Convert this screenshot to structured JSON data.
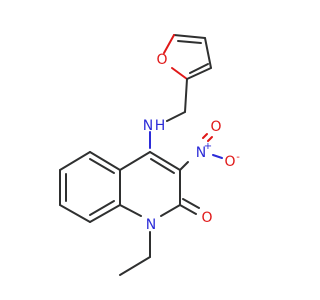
{
  "atoms": {
    "furan_o": {
      "label": "O",
      "color": "#e01818"
    },
    "amine_n": {
      "label": "N",
      "label_h": "H",
      "color": "#2c2cd8"
    },
    "nitro_n": {
      "label": "N",
      "charge": "+",
      "color": "#2c2cd8"
    },
    "nitro_o_top": {
      "label": "O",
      "color": "#e01818"
    },
    "nitro_o_right": {
      "label": "O",
      "charge": "-",
      "color": "#e01818"
    },
    "ring_n": {
      "label": "N",
      "color": "#2c2cd8"
    },
    "carbonyl_o": {
      "label": "O",
      "color": "#e01818"
    }
  },
  "colors": {
    "carbon_bond": "#2f3030",
    "nitrogen": "#2c2cd8",
    "oxygen": "#e01818",
    "background": "#ffffff"
  }
}
